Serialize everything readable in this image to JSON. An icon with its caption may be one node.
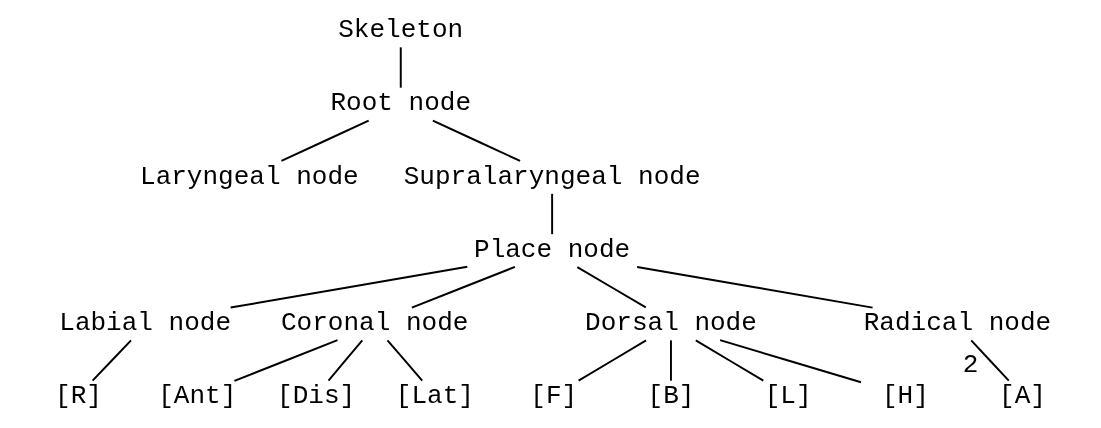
{
  "diagram": {
    "nodes": [
      {
        "text": [
          "Skeleton"
        ]
      },
      {
        "text": [
          "Root node"
        ]
      },
      {
        "text": [
          "Laryngeal node"
        ]
      },
      {
        "text": [
          "Supralaryngeal node"
        ]
      },
      {
        "text": [
          "Place node"
        ]
      },
      {
        "text": [
          "Labial node"
        ]
      },
      {
        "text": [
          "Coronal node"
        ]
      },
      {
        "text": [
          "Dorsal node"
        ]
      },
      {
        "text": [
          "Radical node"
        ]
      },
      {
        "text": [
          "[R]"
        ]
      },
      {
        "text": [
          "[Ant]"
        ]
      },
      {
        "text": [
          "[Dis]"
        ]
      },
      {
        "text": [
          "[Lat]"
        ]
      },
      {
        "text": [
          "[F]"
        ]
      },
      {
        "text": [
          "[B]"
        ]
      },
      {
        "text": [
          "[L]"
        ]
      },
      {
        "text": [
          "[H]"
        ]
      },
      {
        "text": [
          "[A]"
        ],
        "beside": [
          "2"
        ]
      }
    ],
    "edges": [
      {
        "from": 0,
        "to": 1,
        "arrow": "none"
      },
      {
        "from": 1,
        "to": 2,
        "arrow": "none"
      },
      {
        "from": 1,
        "to": 3,
        "arrow": "none"
      },
      {
        "from": 3,
        "to": 4,
        "arrow": "none"
      },
      {
        "from": 4,
        "to": 5,
        "arrow": "none"
      },
      {
        "from": 4,
        "to": 6,
        "arrow": "none"
      },
      {
        "from": 4,
        "to": 7,
        "arrow": "none"
      },
      {
        "from": 4,
        "to": 8,
        "arrow": "none"
      },
      {
        "from": 5,
        "to": 9,
        "arrow": "none"
      },
      {
        "from": 6,
        "to": 10,
        "arrow": "none"
      },
      {
        "from": 6,
        "to": 11,
        "arrow": "none"
      },
      {
        "from": 6,
        "to": 12,
        "arrow": "none"
      },
      {
        "from": 7,
        "to": 13,
        "arrow": "none"
      },
      {
        "from": 7,
        "to": 14,
        "arrow": "none"
      },
      {
        "from": 7,
        "to": 15,
        "arrow": "none"
      },
      {
        "from": 7,
        "to": 16,
        "arrow": "none"
      },
      {
        "from": 8,
        "to": 17,
        "arrow": "none"
      }
    ]
  }
}
